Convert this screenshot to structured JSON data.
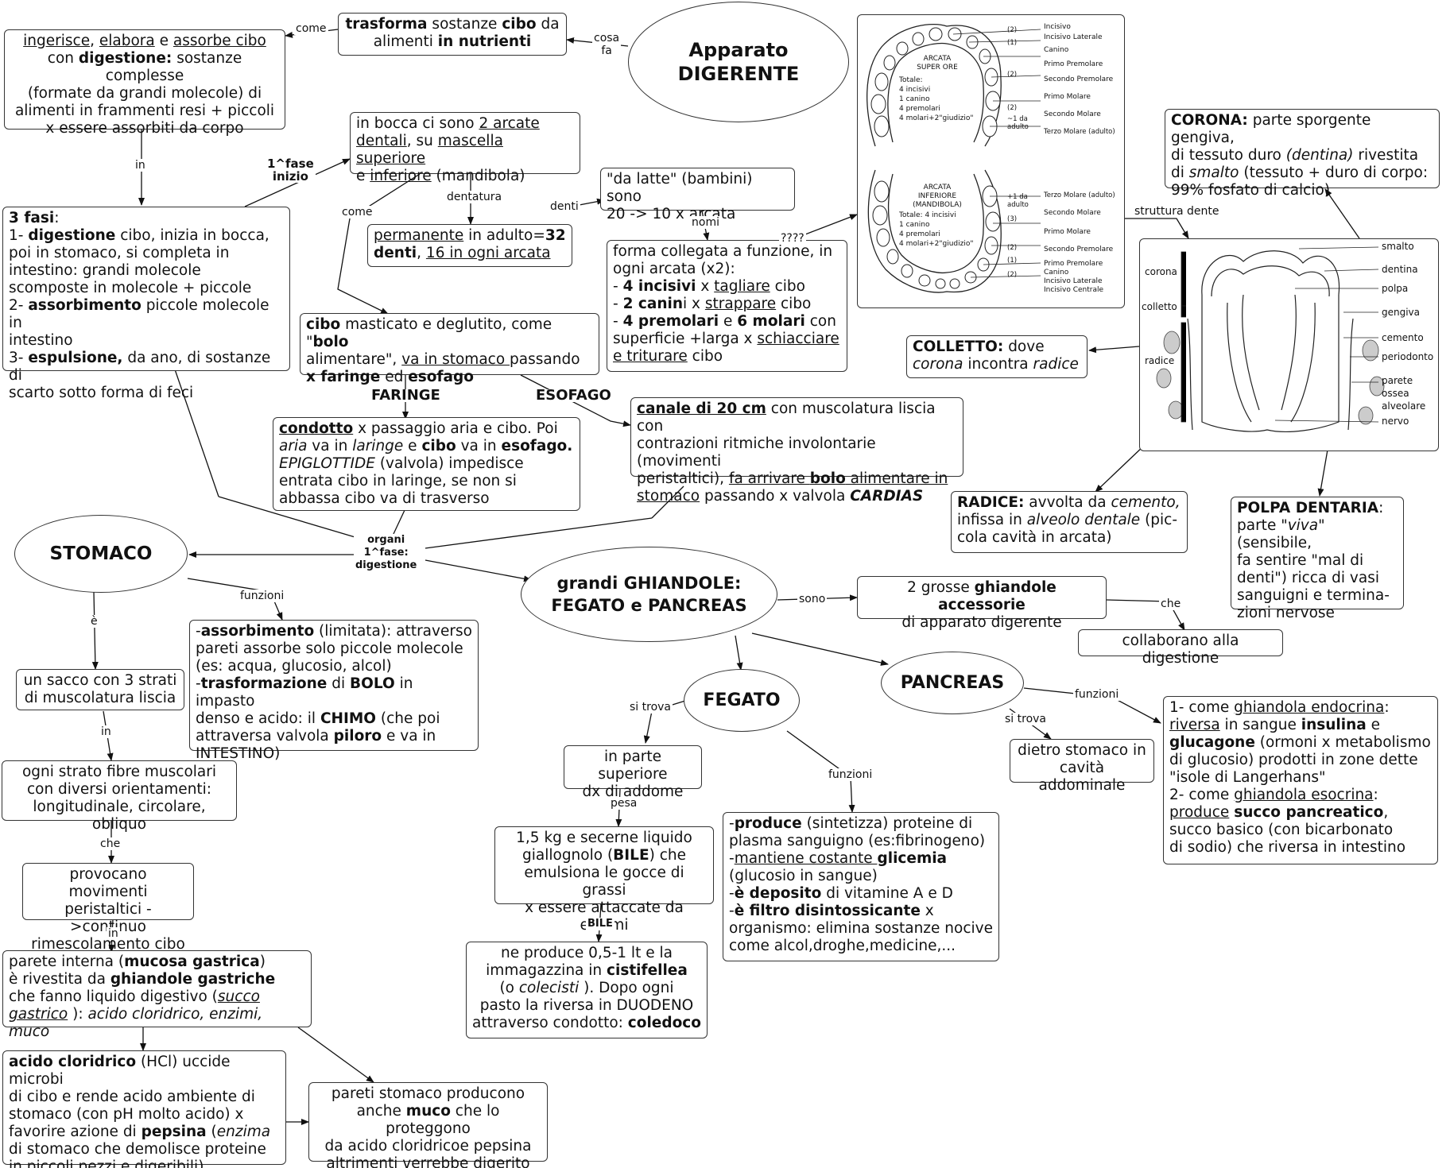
{
  "title": {
    "line1": "Apparato",
    "line2": "DIGERENTE"
  },
  "nodes": {
    "trasforma": "<b>trasforma</b> sostanze <b>cibo</b> da\nalimenti <b>in nutrienti</b>",
    "ingerisce": "<u>ingerisce</u>, <u>elabora</u> e <u>assorbe cibo</u>\ncon <b>digestione:</b> sostanze complesse\n(formate da grandi molecole) di\nalimenti in frammenti resi + piccoli\nx essere assorbiti da corpo",
    "fasi": "<b>3 fasi</b>:\n1- <b>digestione</b> cibo, inizia in bocca,\n   poi in stomaco, si completa in\n   intestino: grandi molecole\n   scomposte in molecole + piccole\n2- <b>assorbimento</b> piccole molecole in\n   intestino\n3- <b>espulsione,</b> da ano, di sostanze di\n   scarto sotto forma di feci",
    "bocca": "in bocca ci sono <u>2 arcate\ndentali</u>, su <u>mascella superiore</u>\ne <u>inferiore</u> (mandibola)",
    "latte": "\"da latte\" (bambini) sono\n20 -> 10 x arcata",
    "permanente": "<u>permanente</u> in adulto=<b>32\ndenti</b>, <u>16 in ogni arcata</u>",
    "forma": "forma collegata a funzione, in\nogni arcata (x2):\n- <b>4 incisivi</b> x <u>tagliare</u> cibo\n- <b>2 canin</b>i x <u>strappare</u> cibo\n- <b>4 premolari</b> e <b>6 molari</b> con\n   superficie +larga x <u>schiacciare</u>\n   <u>e triturare</u> cibo",
    "bolo": "<b>cibo</b> masticato e deglutito, come \"<b>bolo</b>\nalimentare\", <u>va in stomaco </u>passando\n<b>x faringe</b> ed <b>esofago</b>",
    "faringe": "<u><b>condotto</b></u> x passaggio aria e cibo. Poi\n<i>aria</i>  va in <i>laringe</i>  e <b>cibo</b> va in <b>esofago.</b>\n<i>EPIGLOTTIDE</i>  (valvola) impedisce\nentrata cibo in laringe, se non si\nabbassa cibo va di trasverso",
    "esofago": "<u><b>canale di 20 cm</b></u> con muscolatura liscia con\ncontrazioni ritmiche involontarie (movimenti\nperistaltici), <u>fa arrivare <b>bolo</b> alimentare in</u>\n<u>stomaco</u> passando x valvola <b><i>CARDIAS</i></b>",
    "corona": "<b>CORONA:</b> parte sporgente gengiva,\ndi tessuto duro <i>(dentina)</i>  rivestita\ndi <i>smalto</i> (tessuto + duro di corpo:\n99% fosfato di calcio)",
    "colletto": "<b>COLLETTO:</b> dove\n<i>corona</i>  incontra <i>radice</i>",
    "radice": "<b>RADICE:</b> avvolta da <i>cemento,</i>\ninfissa in <i>alveolo dentale</i>  (pic-\ncola cavità in arcata)",
    "polpa": "<b>POLPA DENTARIA</b>:\nparte <i>\"viva\"</i> (sensibile,\nfa sentire \"mal di\ndenti\") ricca di vasi\nsanguigni e termina-\nzioni nervose",
    "ghiandole_acc": "2 grosse <b>ghiandole accessorie</b>\ndi apparato digerente",
    "collaborano": "collaborano alla digestione",
    "sacco": "un sacco con 3 strati\ndi muscolatura liscia",
    "stomaco_funz": "-<b>assorbimento</b> (limitata): attraverso\n  pareti assorbe solo piccole molecole\n  (es: acqua, glucosio, alcol)\n-<b>trasformazione</b> di <b>BOLO</b> in impasto\n  denso e acido: il <b>CHIMO</b> (che poi\n  attraversa valvola <b>piloro</b> e va in\n  INTESTINO)",
    "strato": "ogni strato fibre muscolari\ncon diversi orientamenti:\nlongitudinale, circolare, obliquo",
    "provocano": "provocano movimenti\nperistaltici ->continuo\nrimescolamento cibo",
    "parete": "parete interna (<b>mucosa gastrica</b>)\nè rivestita da <b>ghiandole gastriche</b>\nche fanno liquido digestivo (<i><u>succo</u></i>\n<u><i>gastrico</i></u> ): <i>acido cloridrico, enzimi, muco</i>",
    "acido": "<b>acido cloridrico</b> (HCl) uccide microbi\ndi cibo e rende acido ambiente di\nstomaco (con pH molto acido) x\nfavorire azione di <b>pepsina</b> (<i>enzima</i>\ndi stomaco che demolisce proteine\nin piccoli pezzi e digeribili)",
    "muco": "pareti stomaco producono\nanche <b>muco</b> che lo proteggono\nda acido cloridricoe pepsina\naltrimenti verrebbe digerito",
    "fegato_pos": "in parte superiore\ndx di addome",
    "fegato_peso": "1,5 kg e secerne liquido\ngiallognolo (<b>BILE</b>) che\nemulsiona le gocce di grassi\nx essere attaccate da enzimi",
    "bile": "ne produce 0,5-1 lt e la\nimmagazzina in <b>cistifellea</b>\n(o <i>colecisti</i> ). Dopo ogni\npasto la riversa in DUODENO\nattraverso condotto: <b>coledoco</b>",
    "fegato_funz": "-<b>produce</b> (sintetizza) proteine di\n plasma sanguigno (es:fibrinogeno)\n-<u>mantiene costante </u> <b>glicemia</b>\n  (glucosio in sangue)\n-<b>è deposito</b> di vitamine A e D\n-<b>è filtro disintossicante</b> x\n organismo: elimina sostanze nocive\n come alcol,droghe,medicine,...",
    "pancreas_pos": "dietro stomaco in\ncavità addominale",
    "pancreas_funz": "1- come <u>ghiandola endocrina</u>:\n  <u>riversa</u> in sangue <b>insulina</b> e\n  <b>glucagone</b> (ormoni x metabolismo\n  di glucosio) prodotti in zone dette\n  \"isole di Langerhans\"\n2- come <u>ghiandola esocrina</u>:\n   <u>produce</u> <b>succo pancreatico</b>,\n   succo basico (con bicarbonato\n   di sodio) che riversa in intestino"
  },
  "ellipses": {
    "stomaco": "STOMACO",
    "ghiandole": "grandi GHIANDOLE:\nFEGATO e PANCREAS",
    "fegato": "FEGATO",
    "pancreas": "PANCREAS"
  },
  "link_labels": {
    "come_top": "come",
    "cosa_fa": "cosa\nfa",
    "in1": "in",
    "fase1": "1^fase\ninizio",
    "come_mid": "come",
    "dentatura": "dentatura",
    "denti": "denti",
    "nomi": "nomi",
    "qqq": "????",
    "struttura": "struttura dente",
    "faringe_lab": "FARINGE",
    "esofago_lab": "ESOFAGO",
    "organi": "organi\n1^fase:\ndigestione",
    "funzioni_st": "funzioni",
    "e_lab": "è",
    "sono": "sono",
    "che1": "che",
    "in2": "in",
    "che2": "che",
    "in3": "in",
    "si_trova_f": "si trova",
    "funzioni_f": "funzioni",
    "pesa": "pesa",
    "bile_lab": "BILE",
    "si_trova_p": "si trova",
    "funzioni_p": "funzioni"
  },
  "arcate_image": {
    "superiore_title": "ARCATA\nSUPER ORE",
    "superiore_totale": "Totale:\n4 incisivi\n1 canino\n4 premolari\n4 molari+2\"giudizio\"",
    "inferiore_title": "ARCATA\nINFERIORE\n(MANDIBOLA)",
    "inferiore_totale": "Totale: 4 incisivi\n1 canino\n4 premolari\n4 molari+2\"giudizio\"",
    "upper_labels": [
      "Incisivo",
      "Incisivo Laterale",
      "Canino",
      "Primo Premolare",
      "Secondo Premolare",
      "Primo Molare",
      "Secondo Molare",
      "Terzo Molare (adulto)"
    ],
    "upper_counts": [
      "(2)",
      "(1)",
      "(2)",
      "(2)",
      "~1 da adulto"
    ],
    "lower_labels": [
      "Terzo Molare (adulto)",
      "Secondo Molare",
      "Primo Molare",
      "Secondo Premolare",
      "Primo Premolare",
      "Canino",
      "Incisivo Laterale",
      "Incisivo Centrale"
    ],
    "lower_counts": [
      "+1 da adulto",
      "(3)",
      "(2)",
      "(1)",
      "(2)"
    ]
  },
  "dente_image": {
    "left_labels": [
      "corona",
      "colletto",
      "radice"
    ],
    "right_labels": [
      "smalto",
      "dentina",
      "polpa",
      "gengiva",
      "cemento",
      "periodonto",
      "parete ossea alveolare",
      "nervo"
    ]
  }
}
